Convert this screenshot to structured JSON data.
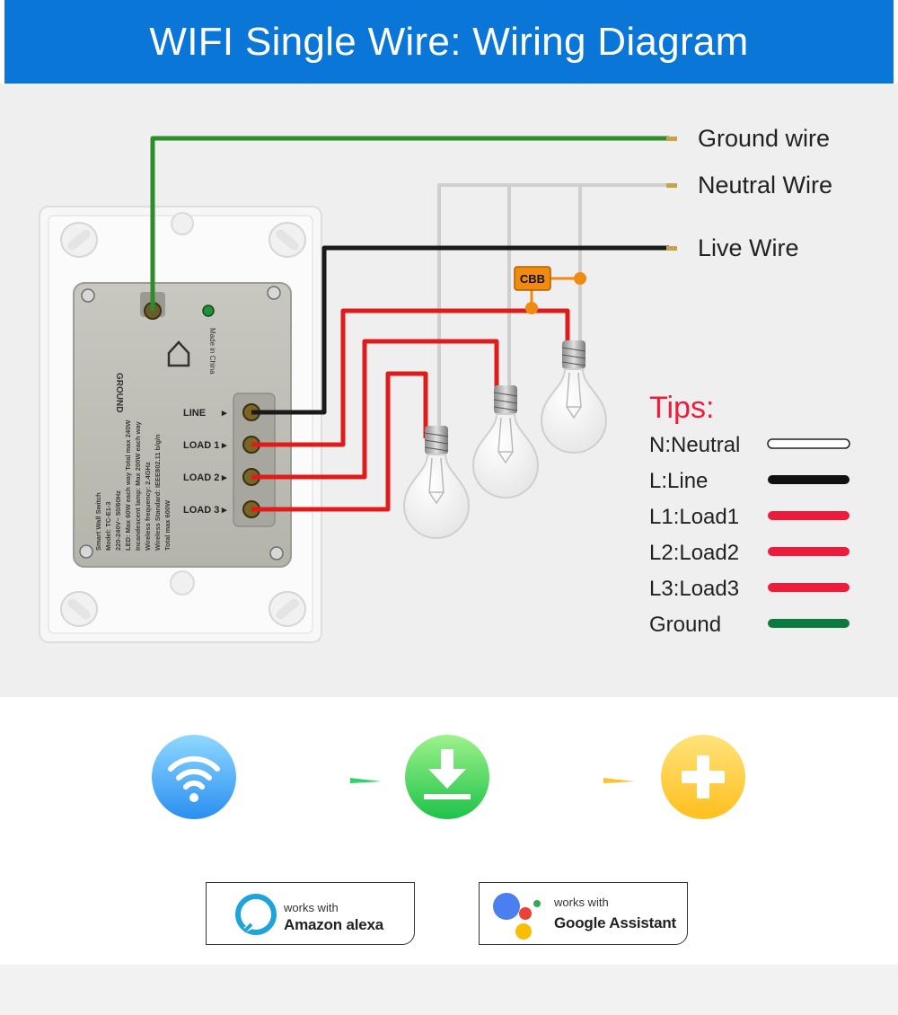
{
  "header": {
    "title": "WIFI Single Wire: Wiring Diagram",
    "background_color": "#0a77d8"
  },
  "wires": {
    "ground_label": "Ground wire",
    "neutral_label": "Neutral Wire",
    "live_label": "Live Wire",
    "cbb_label": "CBB"
  },
  "switch": {
    "ground_label": "GROUND",
    "terminal_labels": [
      "LINE",
      "LOAD 1",
      "LOAD 2",
      "LOAD 3"
    ],
    "made_in": "Made in China",
    "spec_lines": [
      "Smart Wall Switch",
      "Model: TC-E1-3",
      "220-240V~ 50/60Hz",
      "LED: Max 60W each way  Total max 240W",
      "Incandescent lamp: Max 200W each way",
      "Wireless frequency: 2.4GHz",
      "Wireless Standard: IEEE802.11 b/g/n",
      "Total max 600W"
    ]
  },
  "tips": {
    "title": "Tips:",
    "items": [
      {
        "label": "N:Neutral",
        "color": "#ffffff",
        "outlined": true
      },
      {
        "label": "L:Line",
        "color": "#111111",
        "outlined": false
      },
      {
        "label": "L1:Load1",
        "color": "#ee1c3a",
        "outlined": false
      },
      {
        "label": "L2:Load2",
        "color": "#ee1c3a",
        "outlined": false
      },
      {
        "label": "L3:Load3",
        "color": "#ee1c3a",
        "outlined": false
      },
      {
        "label": "Ground",
        "color": "#0c7a3e",
        "outlined": false
      }
    ]
  },
  "colors": {
    "ground": "#2f8c2c",
    "neutral": "#cfcfcf",
    "live": "#1a1a1a",
    "load": "#e01b1b",
    "cbb": "#f08a10",
    "tips_title": "#ee1c3a"
  },
  "steps": [
    {
      "icon": "wifi-icon",
      "color_top": "#8fd8ff",
      "color_bottom": "#2a8ff0"
    },
    {
      "icon": "download-icon",
      "color_top": "#9cf28a",
      "color_bottom": "#1fc24a"
    },
    {
      "icon": "plus-icon",
      "color_top": "#ffe37a",
      "color_bottom": "#ffbf1e"
    }
  ],
  "badges": {
    "alexa": {
      "small": "works with",
      "big": "Amazon alexa"
    },
    "google": {
      "small": "works with",
      "big": "Google Assistant"
    }
  }
}
